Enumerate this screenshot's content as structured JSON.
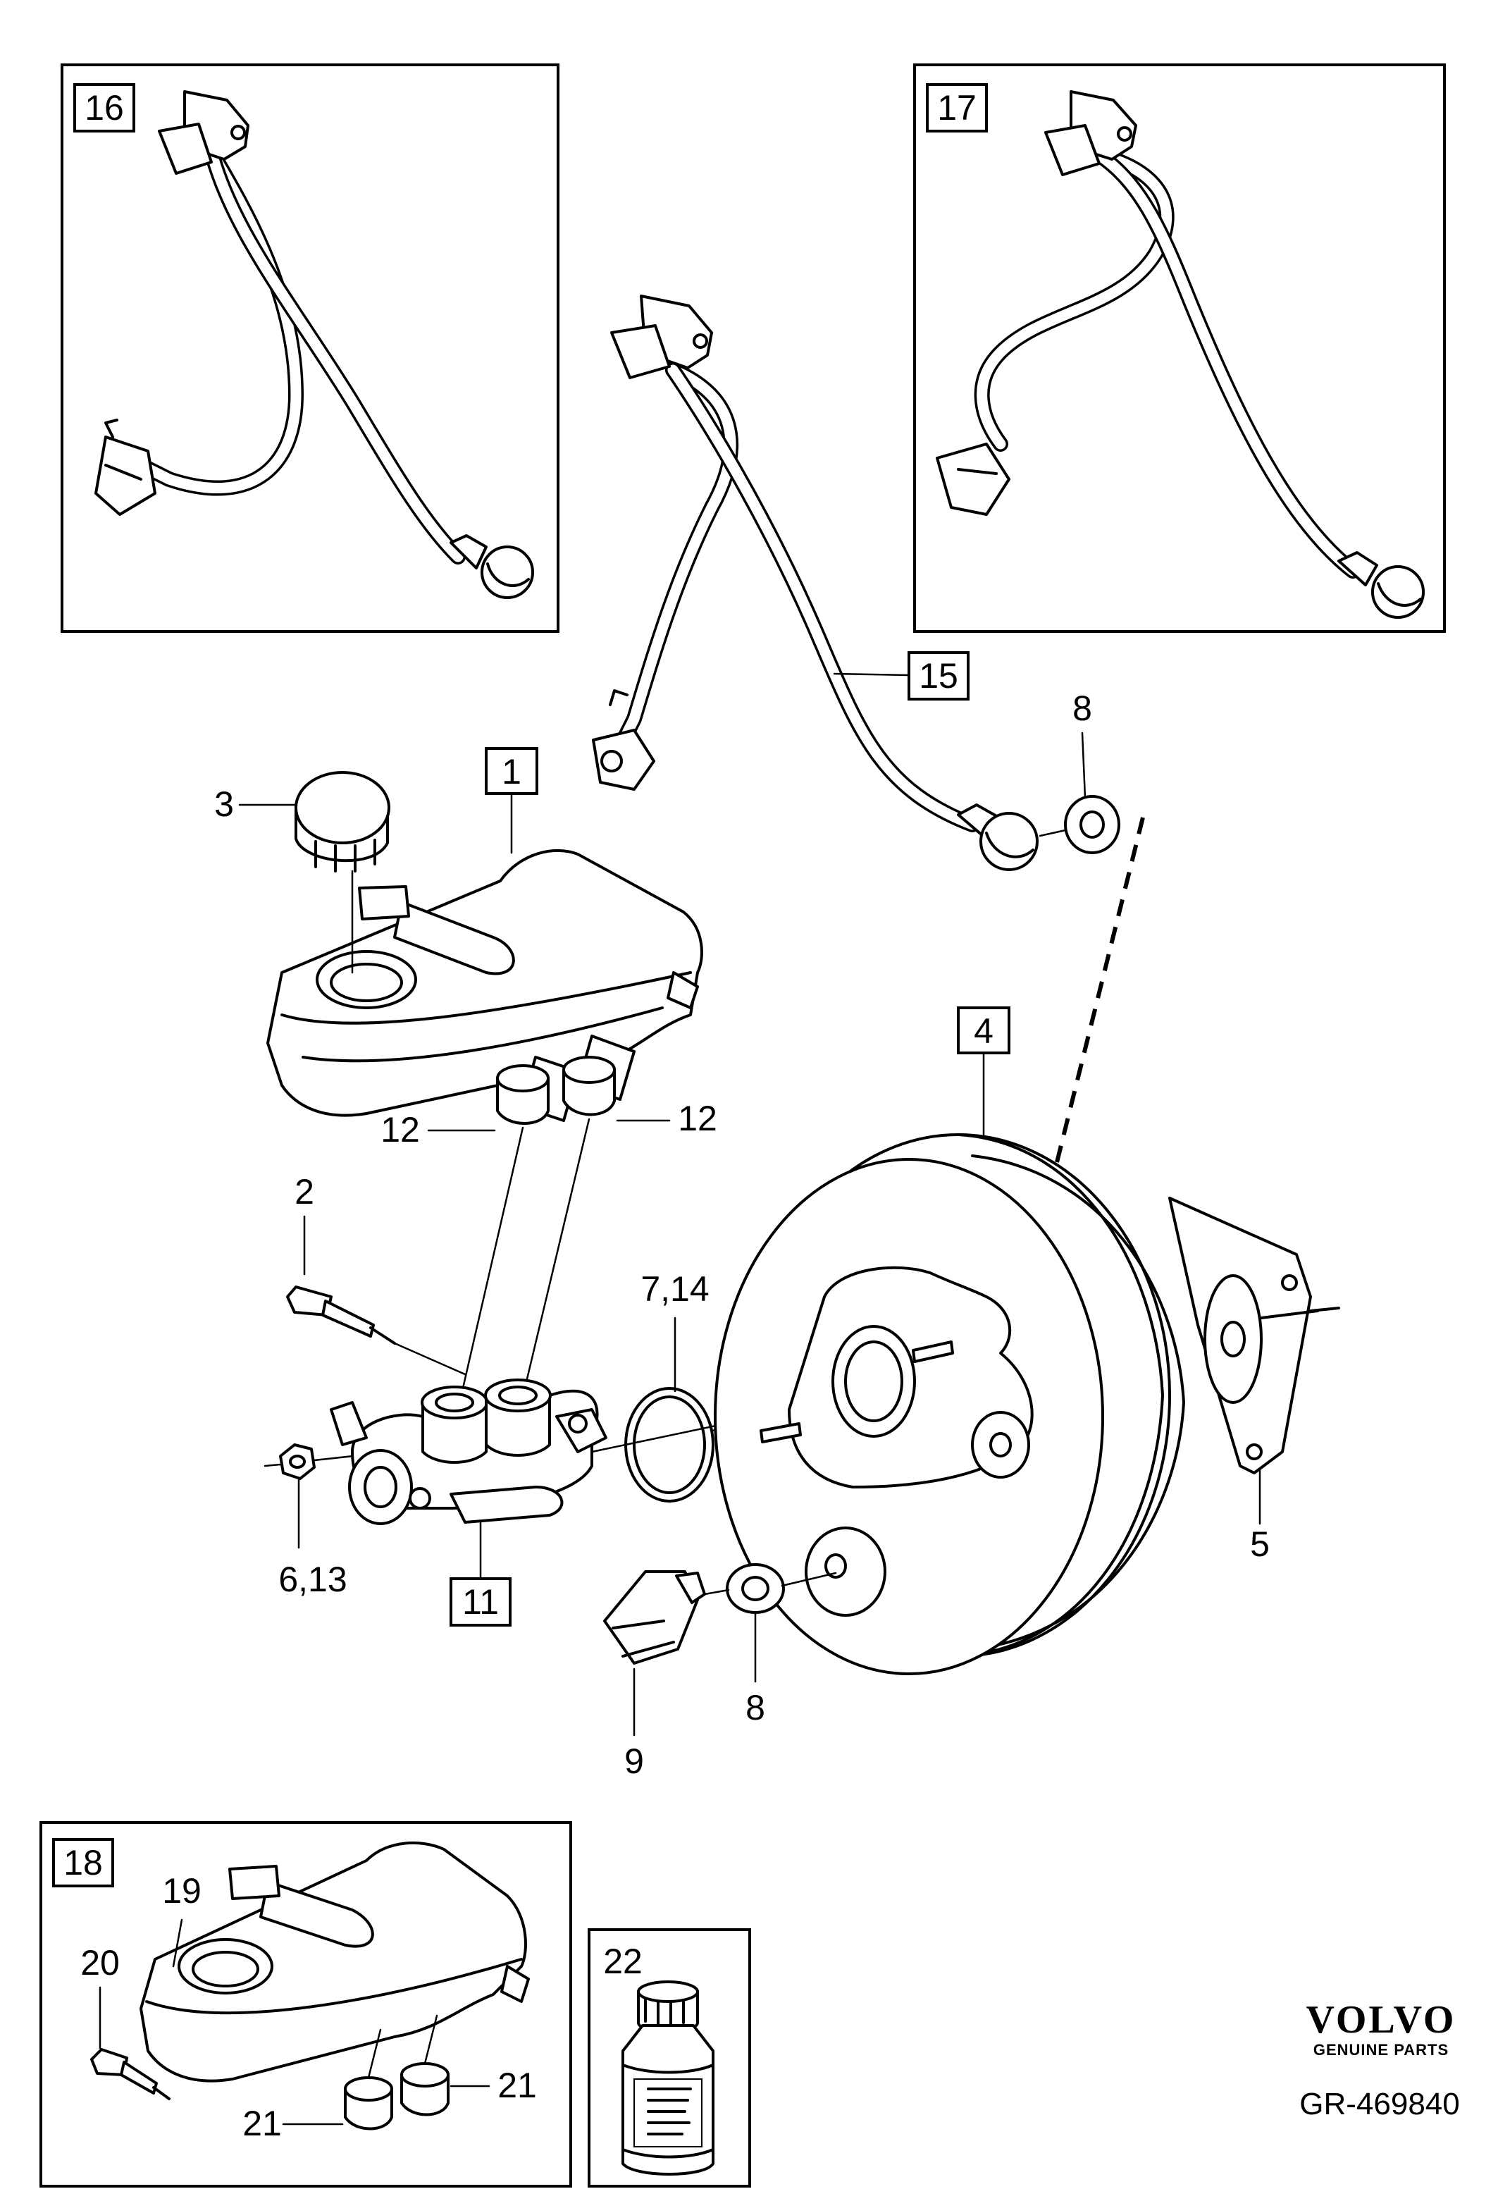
{
  "callouts": {
    "c1": "1",
    "c2": "2",
    "c3": "3",
    "c4": "4",
    "c5": "5",
    "c6_13": "6,13",
    "c7_14": "7,14",
    "c8_top": "8",
    "c8_bottom": "8",
    "c9": "9",
    "c11": "11",
    "c12_left": "12",
    "c12_right": "12",
    "c15": "15",
    "c16": "16",
    "c17": "17",
    "c18": "18",
    "c19": "19",
    "c20": "20",
    "c21_left": "21",
    "c21_right": "21",
    "c22": "22"
  },
  "branding": {
    "logo": "VOLVO",
    "tagline": "GENUINE PARTS",
    "reference": "GR-469840"
  }
}
